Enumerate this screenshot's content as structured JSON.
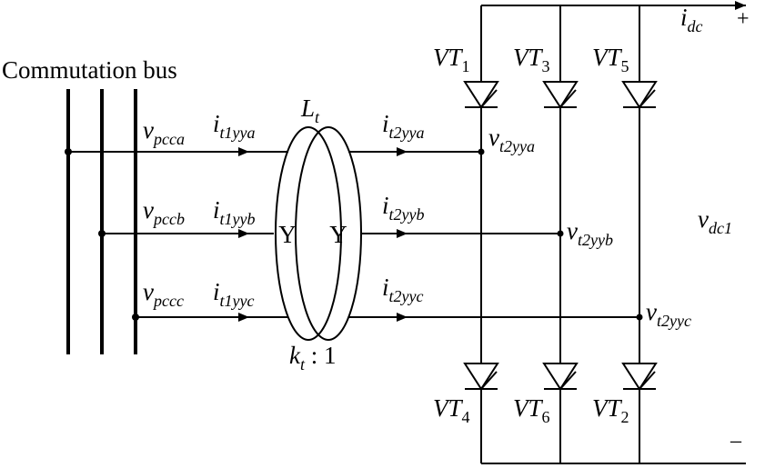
{
  "bus": {
    "title": "Commutation bus"
  },
  "transformer": {
    "inductance": {
      "base": "L",
      "sub": "t"
    },
    "ratio": {
      "base": "k",
      "sub": "t",
      "tail": " : 1"
    },
    "primary_winding": "Y",
    "secondary_winding": "Y"
  },
  "phases": [
    {
      "v_pcc": {
        "base": "v",
        "sub": "pcca"
      },
      "i_t1": {
        "base": "i",
        "sub": "t1yya"
      },
      "i_t2": {
        "base": "i",
        "sub": "t2yya"
      },
      "v_t2": {
        "base": "v",
        "sub": "t2yya"
      }
    },
    {
      "v_pcc": {
        "base": "v",
        "sub": "pccb"
      },
      "i_t1": {
        "base": "i",
        "sub": "t1yyb"
      },
      "i_t2": {
        "base": "i",
        "sub": "t2yyb"
      },
      "v_t2": {
        "base": "v",
        "sub": "t2yyb"
      }
    },
    {
      "v_pcc": {
        "base": "v",
        "sub": "pccc"
      },
      "i_t1": {
        "base": "i",
        "sub": "t1yyc"
      },
      "i_t2": {
        "base": "i",
        "sub": "t2yyc"
      },
      "v_t2": {
        "base": "v",
        "sub": "t2yyc"
      }
    }
  ],
  "thyristors": {
    "upper": [
      {
        "base": "VT",
        "sub": "1"
      },
      {
        "base": "VT",
        "sub": "3"
      },
      {
        "base": "VT",
        "sub": "5"
      }
    ],
    "lower": [
      {
        "base": "VT",
        "sub": "4"
      },
      {
        "base": "VT",
        "sub": "6"
      },
      {
        "base": "VT",
        "sub": "2"
      }
    ]
  },
  "dc": {
    "current": {
      "base": "i",
      "sub": "dc"
    },
    "voltage": {
      "base": "v",
      "sub": "dc1"
    },
    "plus": "+",
    "minus": "–"
  }
}
